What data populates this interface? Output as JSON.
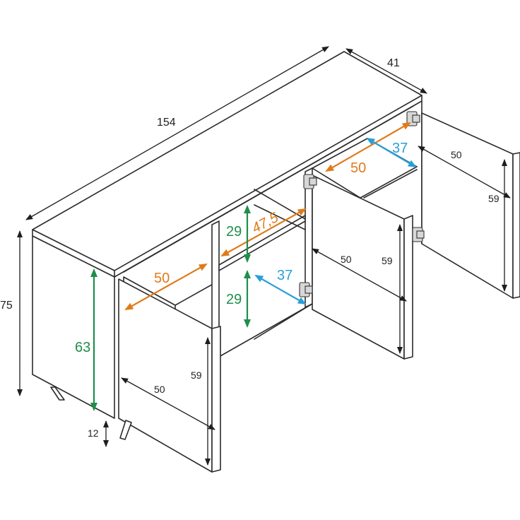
{
  "colors": {
    "outline": "#2b2b2b",
    "dim_black": "#1e1e1e",
    "dim_green": "#1e8f4a",
    "dim_orange": "#e07b1a",
    "dim_blue": "#2a9fd6"
  },
  "dimensions": {
    "width": "154",
    "depth": "41",
    "height": "75",
    "leg_height": "12",
    "side_height": "63",
    "door_left_width": "50",
    "door_left_height": "59",
    "door_middle_width": "50",
    "door_middle_height": "59",
    "door_right_width": "50",
    "door_right_height": "59",
    "compartment_left_width": "50",
    "compartment_center_width": "47,5",
    "compartment_center_upper_height": "29",
    "compartment_center_lower_height": "29",
    "compartment_center_depth": "37",
    "compartment_right_width": "50",
    "compartment_right_depth": "37"
  }
}
